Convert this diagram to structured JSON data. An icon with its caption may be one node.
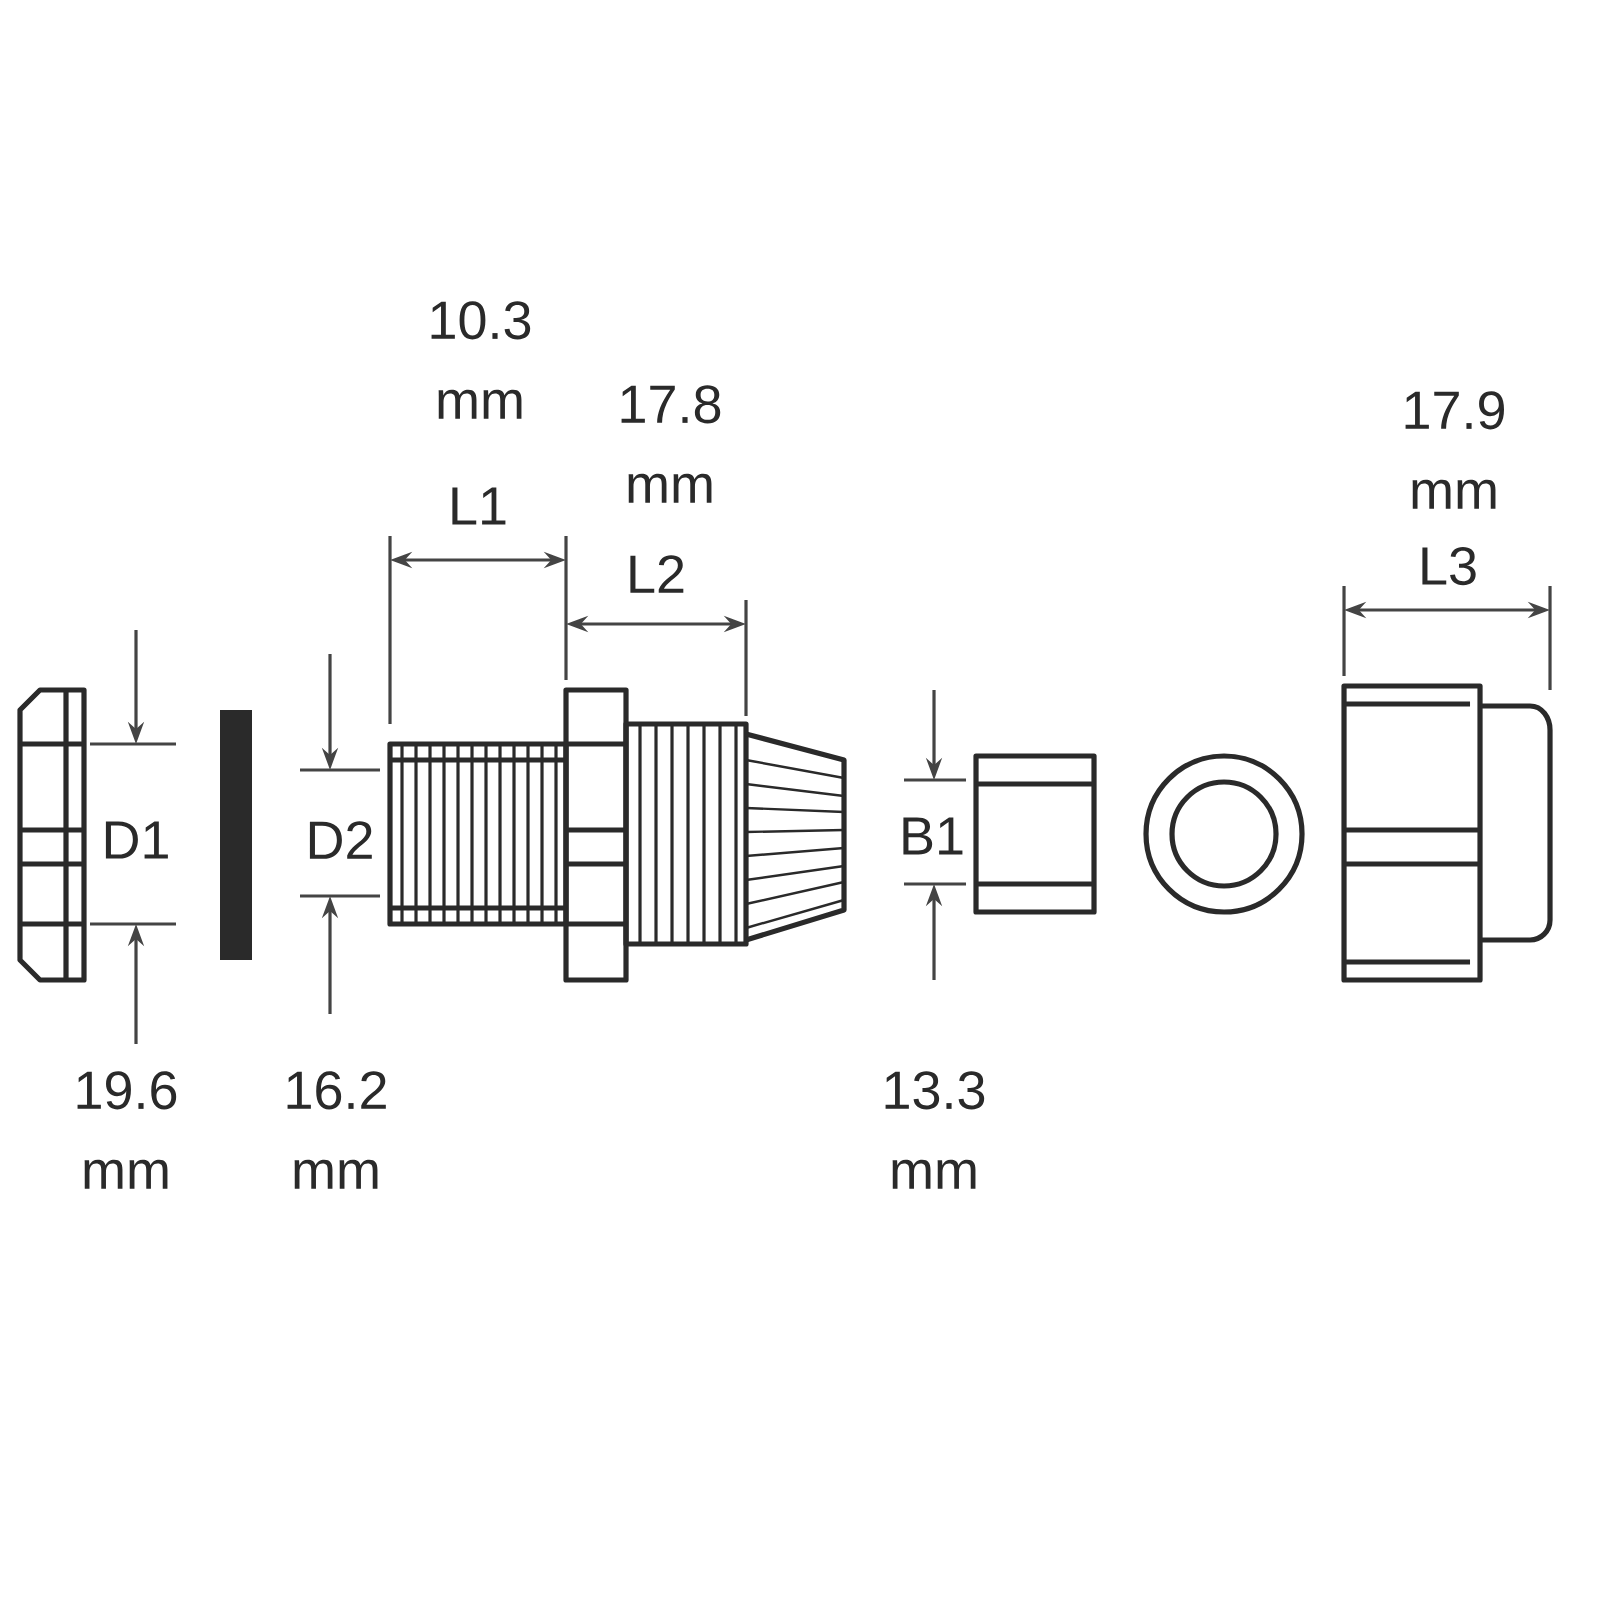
{
  "diagram": {
    "labels": [
      "10.3 mm",
      "17.8 mm",
      "17.9 mm",
      "L1",
      "L2",
      "L3",
      "D1",
      "D2",
      "B1",
      "19.6 mm",
      "16.2 mm",
      "13.3 mm"
    ]
  }
}
